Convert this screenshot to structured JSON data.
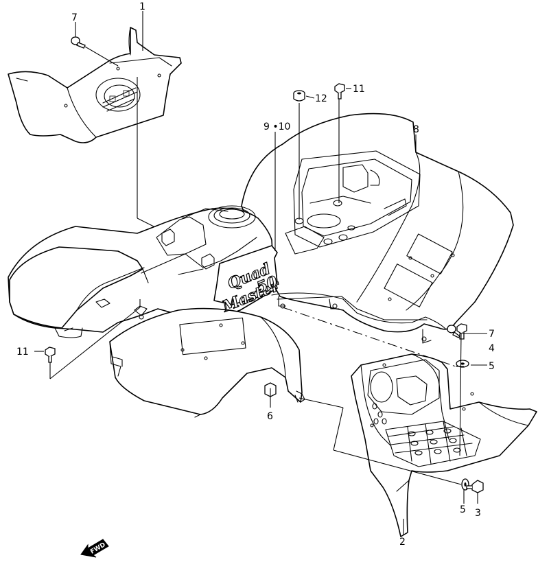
{
  "callouts": {
    "c1": "1",
    "c2": "2",
    "c3": "3",
    "c4": "4",
    "c5a": "5",
    "c5b": "5",
    "c6": "6",
    "c7a": "7",
    "c7b": "7",
    "c8": "8",
    "c9_10": "9 •10",
    "c11a": "11",
    "c11b": "11",
    "c12": "12"
  },
  "decal": {
    "line1": "Quad",
    "line2": "Master",
    "badge": "50"
  },
  "direction_marker": {
    "label": "FWD"
  }
}
